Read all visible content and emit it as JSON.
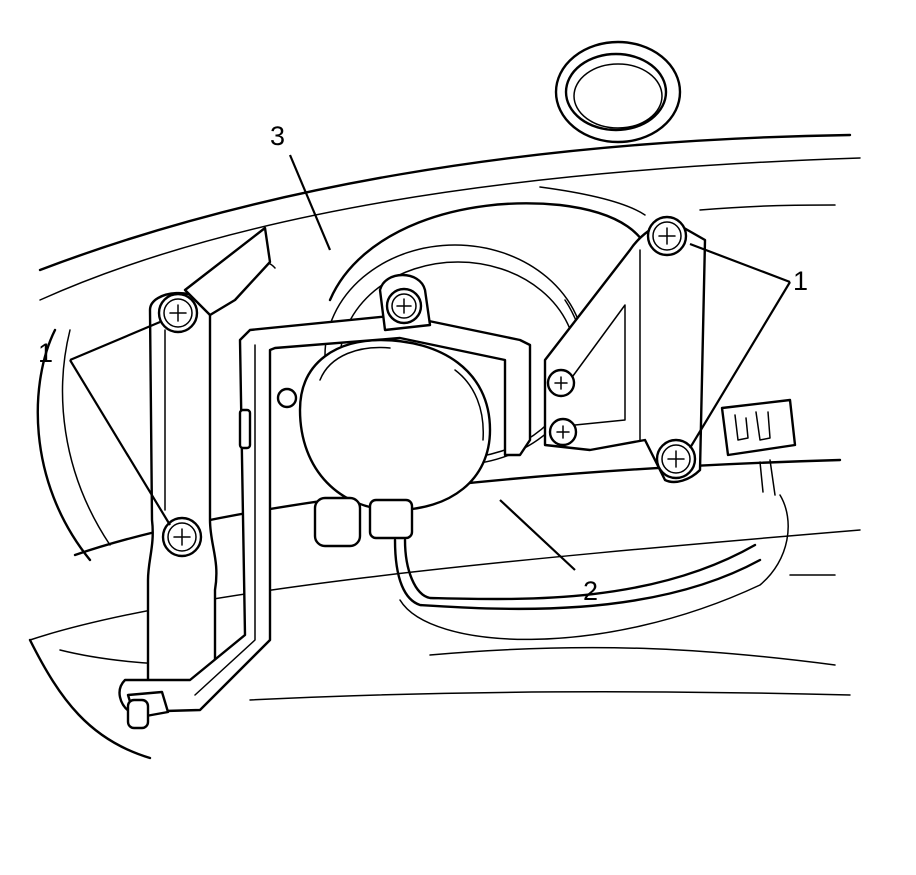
{
  "callouts": {
    "bolt_left": "1",
    "bolt_right": "1",
    "fog_lamp": "2",
    "bumper_fascia": "3"
  },
  "icons": [
    "bolt-icon",
    "fog-lamp-assembly",
    "electrical-connector-icon"
  ]
}
